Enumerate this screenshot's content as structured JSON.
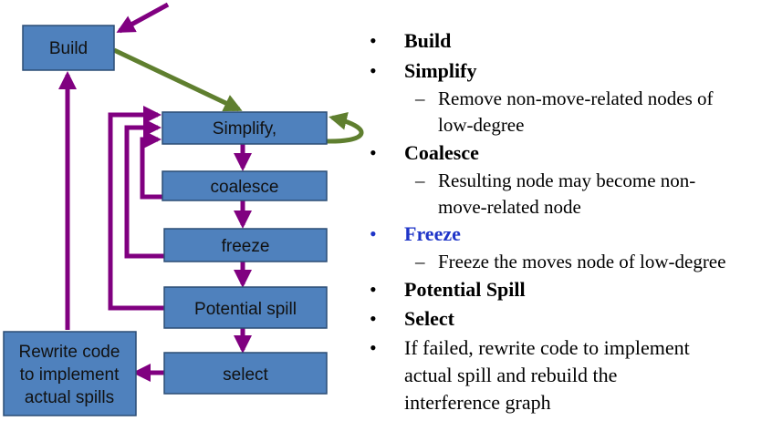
{
  "diagram": {
    "boxes": {
      "build": "Build",
      "simplify": "Simplify,",
      "coalesce": "coalesce",
      "freeze": "freeze",
      "potential_spill": "Potential spill",
      "select": "select",
      "rewrite": [
        "Rewrite code",
        "to implement",
        "actual spills"
      ]
    },
    "colors": {
      "box_fill": "#4f81bd",
      "box_border": "#2c4d75",
      "purple_arrow": "#800080",
      "green_arrow": "#5f7f2f",
      "highlight_blue": "#1f35c8"
    }
  },
  "bullets": [
    {
      "bullet": "•",
      "title": "Build",
      "subs": []
    },
    {
      "bullet": "•",
      "title": "Simplify",
      "subs": [
        {
          "dash": "–",
          "lines": [
            "Remove non-move-related nodes of",
            "low-degree"
          ]
        }
      ]
    },
    {
      "bullet": "•",
      "title": "Coalesce",
      "subs": [
        {
          "dash": "–",
          "lines": [
            "Resulting node may become non-",
            "move-related node"
          ]
        }
      ]
    },
    {
      "bullet": "•",
      "title": "Freeze",
      "highlight": true,
      "subs": [
        {
          "dash": "–",
          "lines": [
            "Freeze the moves node of low-degree"
          ]
        }
      ]
    },
    {
      "bullet": "•",
      "title": "Potential Spill",
      "subs": []
    },
    {
      "bullet": "•",
      "title": "Select",
      "subs": []
    },
    {
      "bullet": "•",
      "text_lines": [
        "If failed, rewrite code to implement",
        "actual spill and rebuild the",
        "interference graph"
      ]
    }
  ]
}
